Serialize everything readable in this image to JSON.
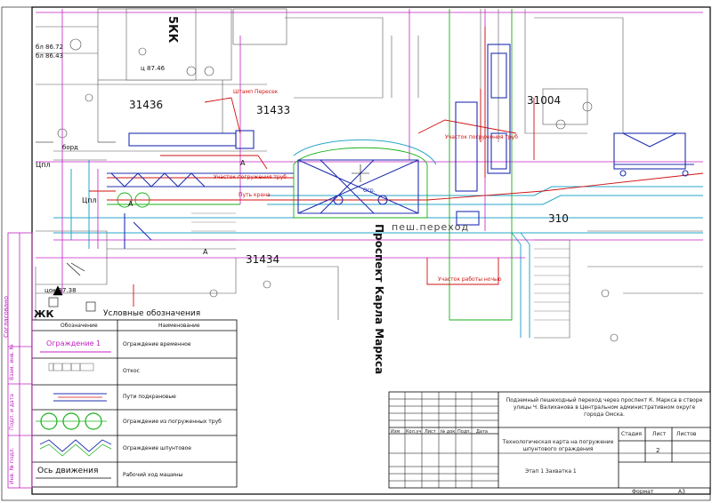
{
  "map_labels": {
    "block_5kk": "5КК",
    "block_31436": "31436",
    "block_31433": "31433",
    "block_31004": "31004",
    "block_31434": "31434",
    "block_31_right": "310",
    "mark_87_46": "ц 87.46",
    "mark_87_38": "цок 87.38",
    "mark_86_72": "бл 86.72",
    "mark_86_43": "бл 86.43",
    "street": "Проспект Карла Маркса",
    "underground_crossing": "пеш.переход",
    "label_cpl": "Цпл",
    "label_cpl2": "Цпл",
    "label_bord": "борд",
    "label_a1": "А",
    "label_a2": "А",
    "label_a3": "А",
    "label_zk": "ЖК",
    "label_ogr": "Огр."
  },
  "callouts": {
    "shield": "Штамп Пересек",
    "pipe_loading": "Участок погружения труб",
    "crane_path": "Путь крана",
    "sheet_loading": "Участок погружения труб",
    "work_area": "Участок работы ночью"
  },
  "legend": {
    "title": "Условные обозначения",
    "col_symbol": "Обозначение",
    "col_name": "Наименование",
    "rows": [
      {
        "symbol": "Ограждение 1",
        "name": "Ограждение временное"
      },
      {
        "symbol": "",
        "name": "Откос"
      },
      {
        "symbol": "",
        "name": "Пути подкрановые"
      },
      {
        "symbol": "",
        "name": "Ограждение из погруженных труб"
      },
      {
        "symbol": "",
        "name": "Ограждение шпунтовое"
      },
      {
        "symbol": "Ось движения",
        "name": "Рабочий ход машины"
      }
    ]
  },
  "side_stamp": [
    "Согласовано",
    "Взам. инв. №",
    "Подп. и дата",
    "Инв. № подл."
  ],
  "title_block": {
    "project": "Подземный пешеходный переход через проспект К. Маркса в створе улицы Ч. Валиханова в Центральном административном округе города Омска.",
    "drawing": "Технологическая карта на погружение шпунтового ограждения",
    "stage_label": "Этап 1 Захватка 1",
    "headers": [
      "Изм",
      "Кол.уч",
      "Лист",
      "№ док",
      "Подп.",
      "Дата"
    ],
    "stage": "Стадия",
    "sheet": "Лист",
    "sheets": "Листов",
    "sheet_no": "2",
    "format_label": "Формат",
    "format_value": "А3"
  }
}
